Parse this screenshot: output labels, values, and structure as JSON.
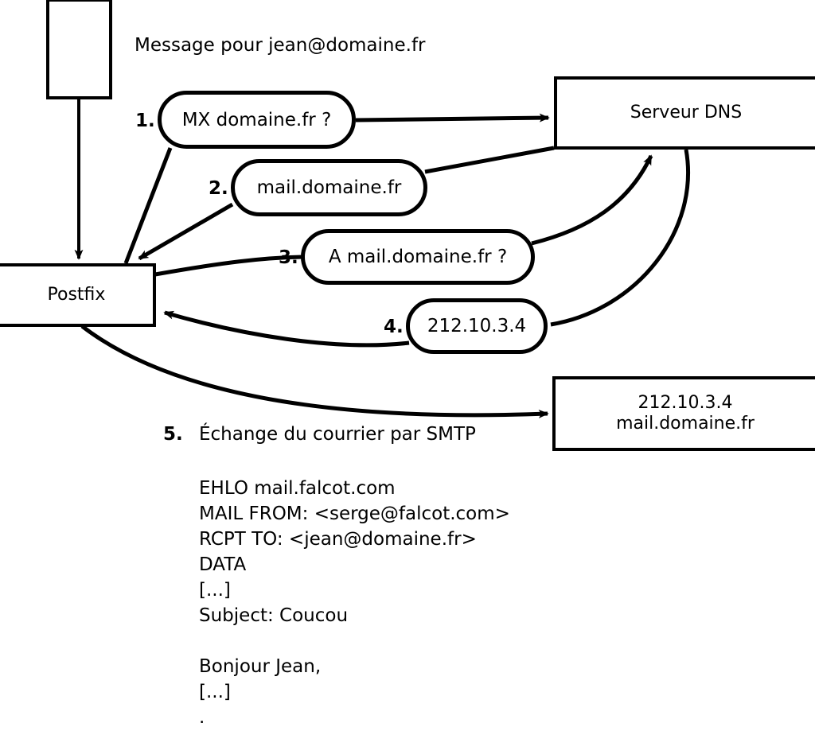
{
  "diagram": {
    "title_label": "Message pour jean@domaine.fr",
    "nodes": {
      "client_box": "",
      "postfix": "Postfix",
      "dns_server": "Serveur DNS",
      "target_server_line1": "212.10.3.4",
      "target_server_line2": "mail.domaine.fr"
    },
    "steps": [
      {
        "number": "1.",
        "message": "MX domaine.fr ?"
      },
      {
        "number": "2.",
        "message": "mail.domaine.fr"
      },
      {
        "number": "3.",
        "message": "A mail.domaine.fr ?"
      },
      {
        "number": "4.",
        "message": "212.10.3.4"
      },
      {
        "number": "5.",
        "message": "Échange du courrier par SMTP"
      }
    ],
    "smtp_transcript": "EHLO mail.falcot.com\nMAIL FROM: <serge@falcot.com>\nRCPT TO: <jean@domaine.fr>\nDATA\n[...]\nSubject: Coucou\n\nBonjour Jean,\n[...]\n.",
    "colors": {
      "background": "#ffffff",
      "stroke": "#000000",
      "text": "#000000"
    }
  }
}
